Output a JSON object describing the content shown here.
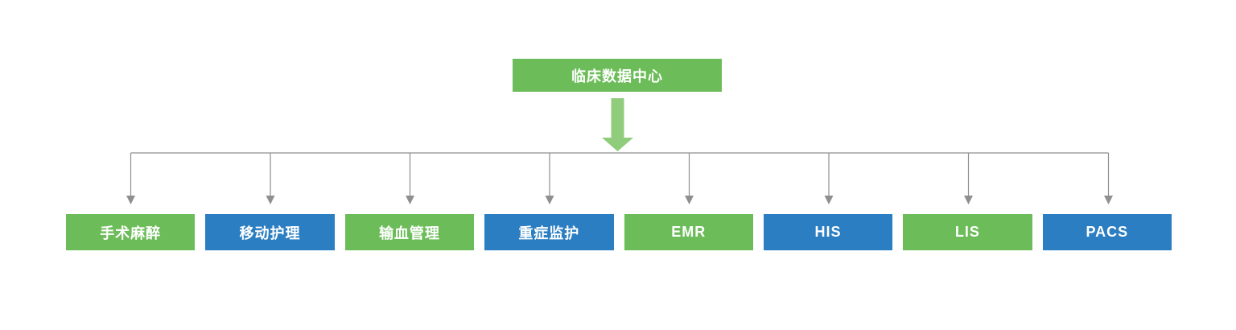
{
  "diagram": {
    "title": "clinical-data-center-architecture",
    "root": {
      "label": "临床数据中心",
      "color": "green"
    },
    "children": [
      {
        "label": "手术麻醉",
        "color": "green"
      },
      {
        "label": "移动护理",
        "color": "blue"
      },
      {
        "label": "输血管理",
        "color": "green"
      },
      {
        "label": "重症监护",
        "color": "blue"
      },
      {
        "label": "EMR",
        "color": "green"
      },
      {
        "label": "HIS",
        "color": "blue"
      },
      {
        "label": "LIS",
        "color": "green"
      },
      {
        "label": "PACS",
        "color": "blue"
      }
    ],
    "colors": {
      "green": "#6cbd59",
      "blue": "#2b7ec1",
      "arrow": "#8fcd7d",
      "connector": "#8f8f8f"
    }
  }
}
